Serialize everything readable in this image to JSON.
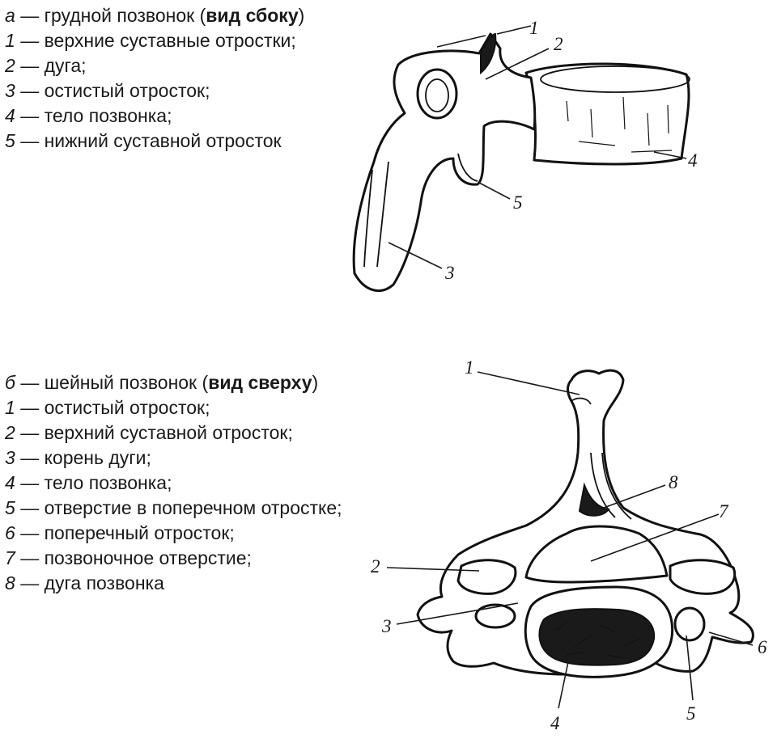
{
  "section_a": {
    "title": {
      "letter": "а",
      "text": "грудной позвонок",
      "paren_open": "(",
      "view": "вид сбоку",
      "paren_close": ")"
    },
    "items": [
      {
        "num": "1",
        "text": "верхние суставные отростки;"
      },
      {
        "num": "2",
        "text": "дуга;"
      },
      {
        "num": "3",
        "text": "остистый отросток;"
      },
      {
        "num": "4",
        "text": "тело позвонка;"
      },
      {
        "num": "5",
        "text": "нижний суставной отросток"
      }
    ],
    "callouts": [
      "1",
      "2",
      "3",
      "4",
      "5"
    ]
  },
  "section_b": {
    "title": {
      "letter": "б",
      "text": "шейный позвонок",
      "paren_open": "(",
      "view": "вид сверху",
      "paren_close": ")"
    },
    "items": [
      {
        "num": "1",
        "text": "остистый отросток;"
      },
      {
        "num": "2",
        "text": "верхний суставной отросток;"
      },
      {
        "num": "3",
        "text": "корень дуги;"
      },
      {
        "num": "4",
        "text": "тело позвонка;"
      },
      {
        "num": "5",
        "text": "отверстие в поперечном отростке;"
      },
      {
        "num": "6",
        "text": "поперечный отросток;"
      },
      {
        "num": "7",
        "text": "позвоночное отверстие;"
      },
      {
        "num": "8",
        "text": "дуга позвонка"
      }
    ],
    "callouts": [
      "1",
      "2",
      "3",
      "4",
      "5",
      "6",
      "7",
      "8"
    ]
  },
  "dash": "—"
}
